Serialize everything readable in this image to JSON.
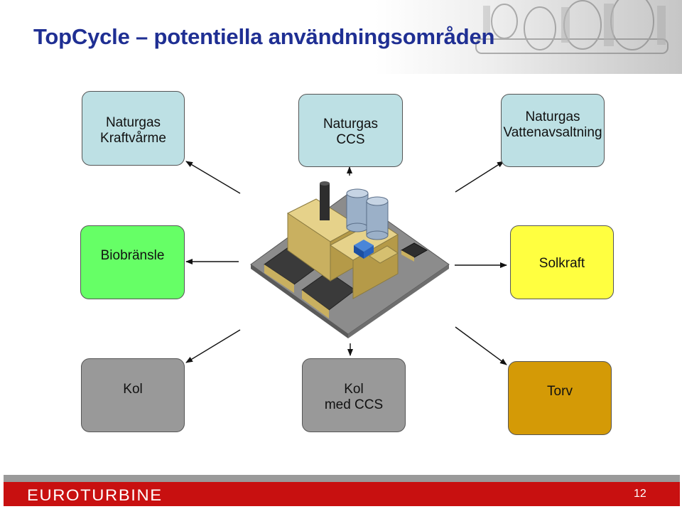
{
  "title": "TopCycle – potentiella användningsområden",
  "boxes": {
    "naturgas_kraftvarme": "Naturgas\nKraftvårme",
    "naturgas_ccs": "Naturgas\nCCS",
    "naturgas_vattenavsaltning": "Naturgas\nVattenavsaltning",
    "biobransle": "Biobränsle",
    "solkraft": "Solkraft",
    "kol": "Kol",
    "kol_med_ccs": "Kol\nmed CCS",
    "torv": "Torv"
  },
  "colors": {
    "title": "#1f2f93",
    "naturgas": "#bde0e4",
    "biobransle": "#66ff66",
    "solkraft": "#ffff40",
    "kol": "#999999",
    "torv": "#d49a06",
    "footer_red": "#c81010"
  },
  "footer": {
    "brand": "EUROTURBINE",
    "page": "12"
  }
}
